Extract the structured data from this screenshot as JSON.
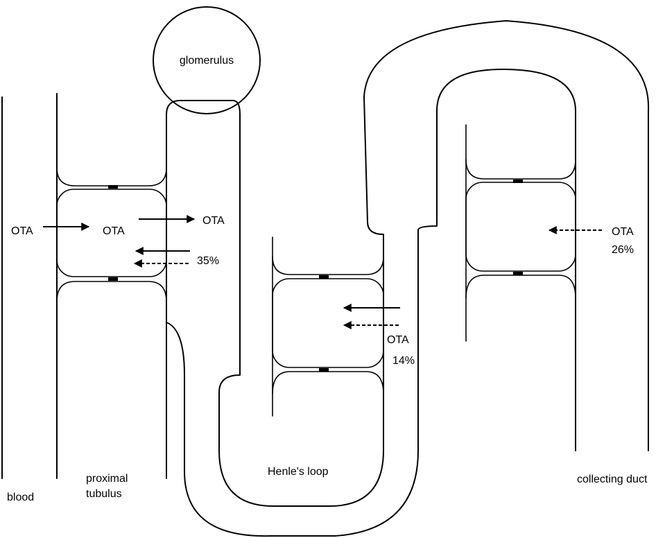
{
  "labels": {
    "glomerulus": "glomerulus",
    "blood": "blood",
    "proximal_line1": "proximal",
    "proximal_line2": "tubulus",
    "henle": "Henle's loop",
    "collecting": "collecting duct"
  },
  "annotations": {
    "ota_blood": "OTA",
    "ota_cell": "OTA",
    "ota_lumen": "OTA",
    "pct_proximal": "35%",
    "ota_henle": "OTA",
    "pct_henle": "14%",
    "ota_collecting": "OTA",
    "pct_collecting": "26%"
  }
}
